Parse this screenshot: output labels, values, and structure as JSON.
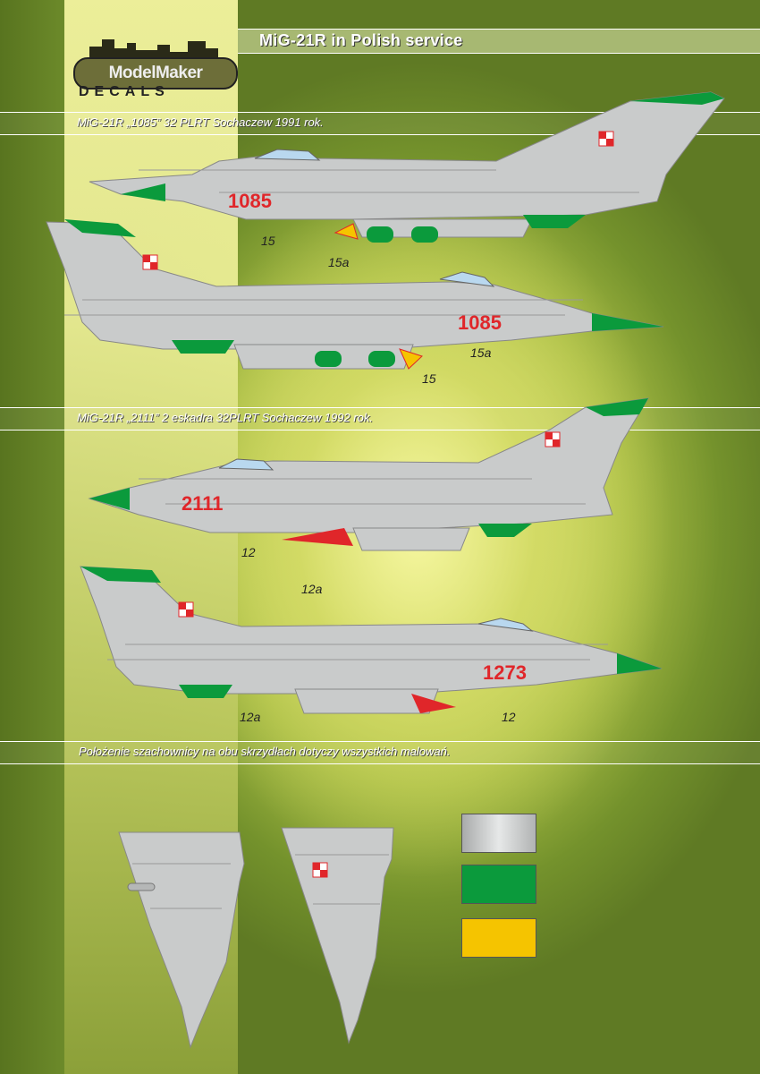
{
  "header": {
    "title": "MiG-21R in Polish service"
  },
  "logo": {
    "line1": "ModelMaker",
    "line2": "DECALS"
  },
  "sections": [
    {
      "caption": "MiG-21R „1085” 32 PLRT Sochaczew 1991 rok."
    },
    {
      "caption": "MiG-21R „2111” 2 eskadra 32PLRT Sochaczew 1992 rok."
    },
    {
      "caption": "Położenie szachownicy na obu skrzydłach dotyczy wszystkich malowań."
    }
  ],
  "aircraft": [
    {
      "number": "1085"
    },
    {
      "number": "1085"
    },
    {
      "number": "2111"
    },
    {
      "number": "1273"
    }
  ],
  "callouts": {
    "c1": "15",
    "c2": "15a",
    "c3": "15a",
    "c4": "15",
    "c5": "12",
    "c6": "12a",
    "c7": "12a",
    "c8": "12"
  },
  "colors": {
    "silver": "#c9cbcb",
    "green": "#0b9a3c",
    "yellow": "#f5c400",
    "marking_red": "#e0262a"
  }
}
